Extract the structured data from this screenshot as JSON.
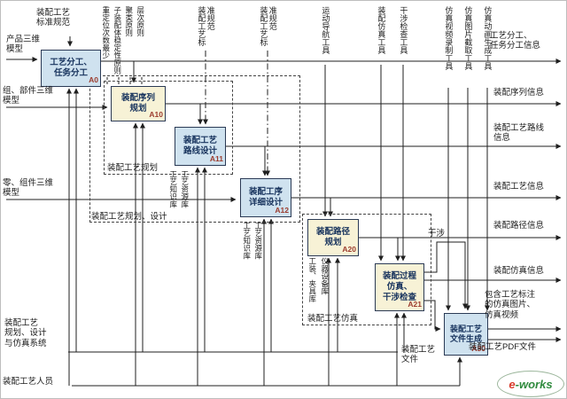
{
  "colors": {
    "box_blue": "#cfe2ef",
    "box_cream": "#f7f2d6",
    "box_border": "#2b3a55",
    "code_red": "#9c3c2e",
    "line": "#1f1f1f"
  },
  "boxes": {
    "a0": {
      "label": "工艺分工、\n任务分工",
      "code": "A0"
    },
    "a10": {
      "label": "装配序列\n规划",
      "code": "A10"
    },
    "a11": {
      "label": "装配工艺\n路线设计",
      "code": "A11"
    },
    "a12": {
      "label": "装配工序\n详细设计",
      "code": "A12"
    },
    "a20": {
      "label": "装配路径\n规划",
      "code": "A20"
    },
    "a21": {
      "label": "装配过程\n仿真、\n干涉检查",
      "code": "A21"
    },
    "a30": {
      "label": "装配工艺\n文件生成",
      "code": "A30"
    }
  },
  "top_labels": {
    "std_spec_a0": "装配工艺\n标准规范",
    "min_reorient": "重定位次数最少",
    "stability": "子装配体稳定性原则",
    "clustering": "聚类原则",
    "hierarchy": "层次原则",
    "std_spec_a11": "装配工艺标准规范",
    "std_spec_a12": "装配工艺标准规范",
    "motion_nav_tool": "运动导航工具",
    "assembly_sim_tool": "装配仿真工具",
    "interference_check_tool": "干涉检查工具",
    "sim_video_tool": "仿真视频录制工具",
    "sim_image_tool": "仿真图片截取工具",
    "sim_animation_tool": "仿真动画生成工具"
  },
  "left_labels": {
    "product_model": "产品三维\n模型",
    "component_model": "组、部件三维\n模型",
    "part_model": "零、组件三维\n模型",
    "system": "装配工艺\n规划、设计\n与仿真系统",
    "personnel": "装配工艺人员"
  },
  "right_labels": {
    "task_info": "工艺分工、\n任务分工信息",
    "sequence_info": "装配序列信息",
    "route_info": "装配工艺路线\n信息",
    "process_info": "装配工艺信息",
    "path_info": "装配路径信息",
    "sim_info": "装配仿真信息",
    "media_info": "包含工艺标注\n的仿真图片、\n仿真视频",
    "pdf_info": "装配工艺PDF文件"
  },
  "inner_labels": {
    "planning_group": "装配工艺规划",
    "planning_design_group": "装配工艺规划、设计",
    "knowledge_base_1": "工艺知识库",
    "resource_base_1": "工艺资源库",
    "knowledge_base_2": "工艺知识库",
    "resource_base_2": "工艺资源库",
    "fixture_base": "工装、夹具库",
    "equipment_base": "仪器设备库",
    "interference": "干涉",
    "simulation_group": "装配工艺仿真",
    "process_file": "装配工艺\n文件"
  },
  "logo": {
    "e": "e",
    "works": "-works"
  }
}
